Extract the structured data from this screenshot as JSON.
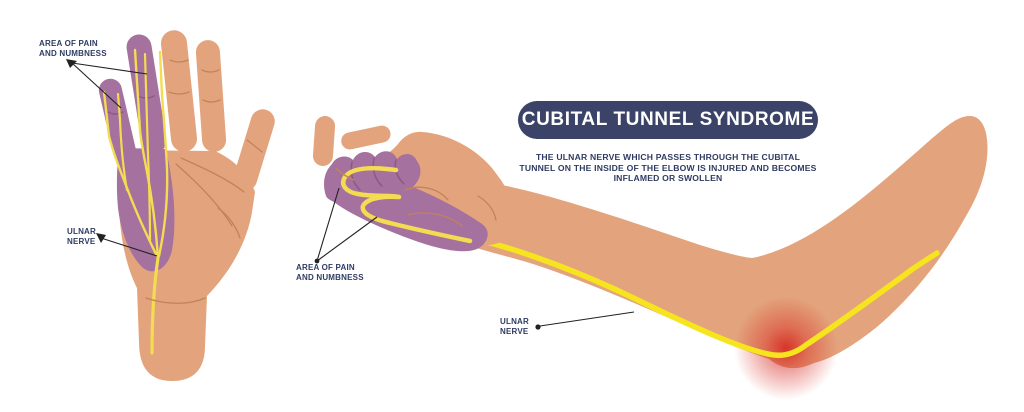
{
  "header": {
    "title": "CUBITAL TUNNEL SYNDROME",
    "description_line1": "THE ULNAR NERVE WHICH PASSES THROUGH THE CUBITAL",
    "description_line2": "TUNNEL ON THE INSIDE OF THE ELBOW IS INJURED AND BECOMES",
    "description_line3": "INFLAMED OR SWOLLEN"
  },
  "annotations": {
    "left_hand_pain_area": {
      "line1": "AREA OF PAIN",
      "line2": "AND NUMBNESS"
    },
    "left_hand_ulnar_nerve": {
      "line1": "ULNAR",
      "line2": "NERVE"
    },
    "clawed_hand_pain_area": {
      "line1": "AREA OF PAIN",
      "line2": "AND NUMBNESS"
    },
    "arm_ulnar_nerve": {
      "line1": "ULNAR",
      "line2": "NERVE"
    }
  },
  "colors": {
    "background": "#ffffff",
    "skin": "#e3a47d",
    "skin_shade": "#c2835a",
    "pain_area": "#a5719e",
    "pain_area_shade": "#8a5a85",
    "nerve_yellow": "#f3dc52",
    "nerve_yellow_bright": "#f6e51e",
    "inflammation_red": "#d6281f",
    "banner_bg": "#3c4368",
    "banner_text": "#ffffff",
    "label_text": "#2f3b63",
    "leader_line": "#222222"
  }
}
